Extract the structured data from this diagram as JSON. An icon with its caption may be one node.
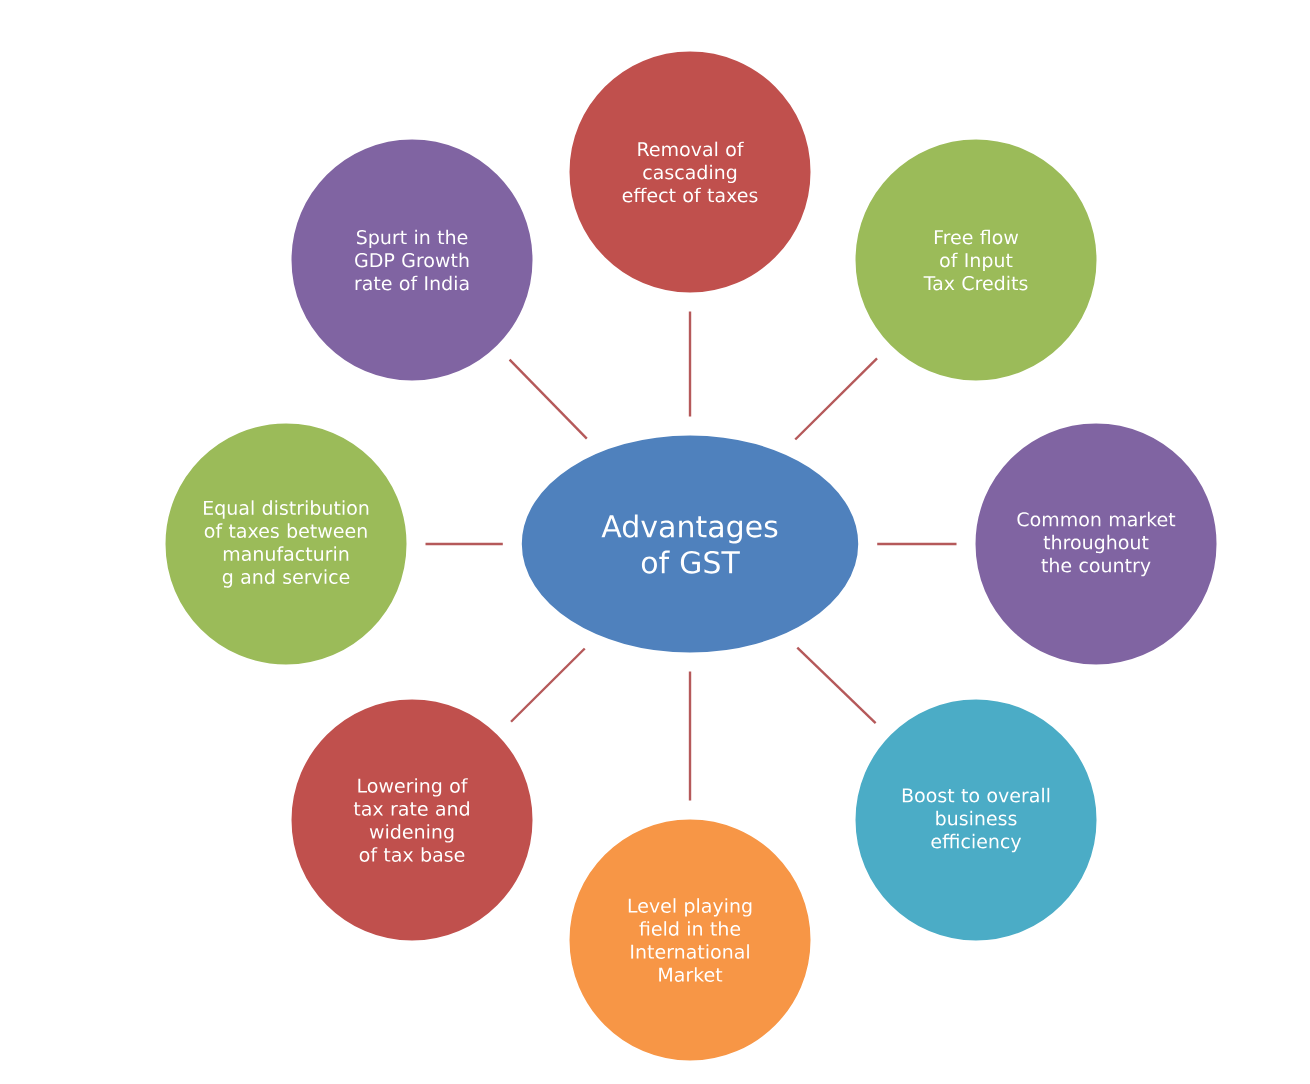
{
  "diagram": {
    "nodes": [
      {
        "text": [
          "Advantages of GST"
        ]
      },
      {
        "text": [
          "Removal of cascading effect of taxes"
        ]
      },
      {
        "text": [
          "Free flow of Input Tax Credits"
        ]
      },
      {
        "text": [
          "Common market throughout the country"
        ]
      },
      {
        "text": [
          "Boost to overall business efficiency"
        ]
      },
      {
        "text": [
          "Level playing field in the International Market"
        ]
      },
      {
        "text": [
          "Lowering of tax rate and widening of tax base"
        ]
      },
      {
        "text": [
          "Equal distribution  of taxes between manufacturin g and service"
        ]
      },
      {
        "text": [
          "Spurt in the GDP Growth rate of India"
        ]
      }
    ],
    "edges": [
      {
        "from": 0,
        "to": 1,
        "arrow": "none"
      },
      {
        "from": 0,
        "to": 2,
        "arrow": "none"
      },
      {
        "from": 0,
        "to": 3,
        "arrow": "none"
      },
      {
        "from": 0,
        "to": 4,
        "arrow": "none"
      },
      {
        "from": 0,
        "to": 5,
        "arrow": "none"
      },
      {
        "from": 0,
        "to": 6,
        "arrow": "none"
      },
      {
        "from": 0,
        "to": 7,
        "arrow": "none"
      },
      {
        "from": 0,
        "to": 8,
        "arrow": "none"
      }
    ]
  }
}
